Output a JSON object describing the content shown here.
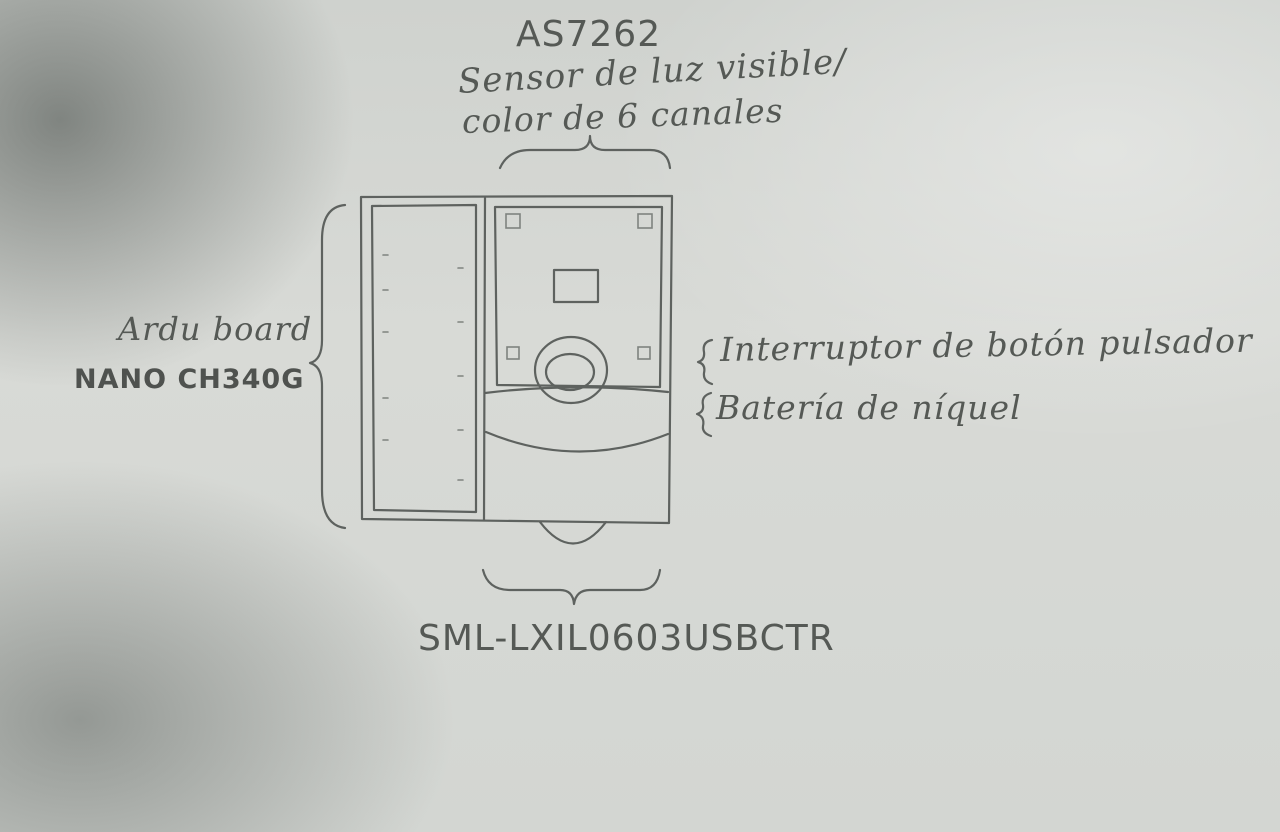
{
  "labels": {
    "sensor_part": "AS7262",
    "sensor_desc_line1": "Sensor de luz visible/",
    "sensor_desc_line2": "color de 6 canales",
    "board_line1": "Ardu board",
    "board_line2": "NANO CH340G",
    "switch": "Interruptor de botón pulsador",
    "battery": "Batería de níquel",
    "led_part": "SML-LXIL0603USBCTR"
  }
}
